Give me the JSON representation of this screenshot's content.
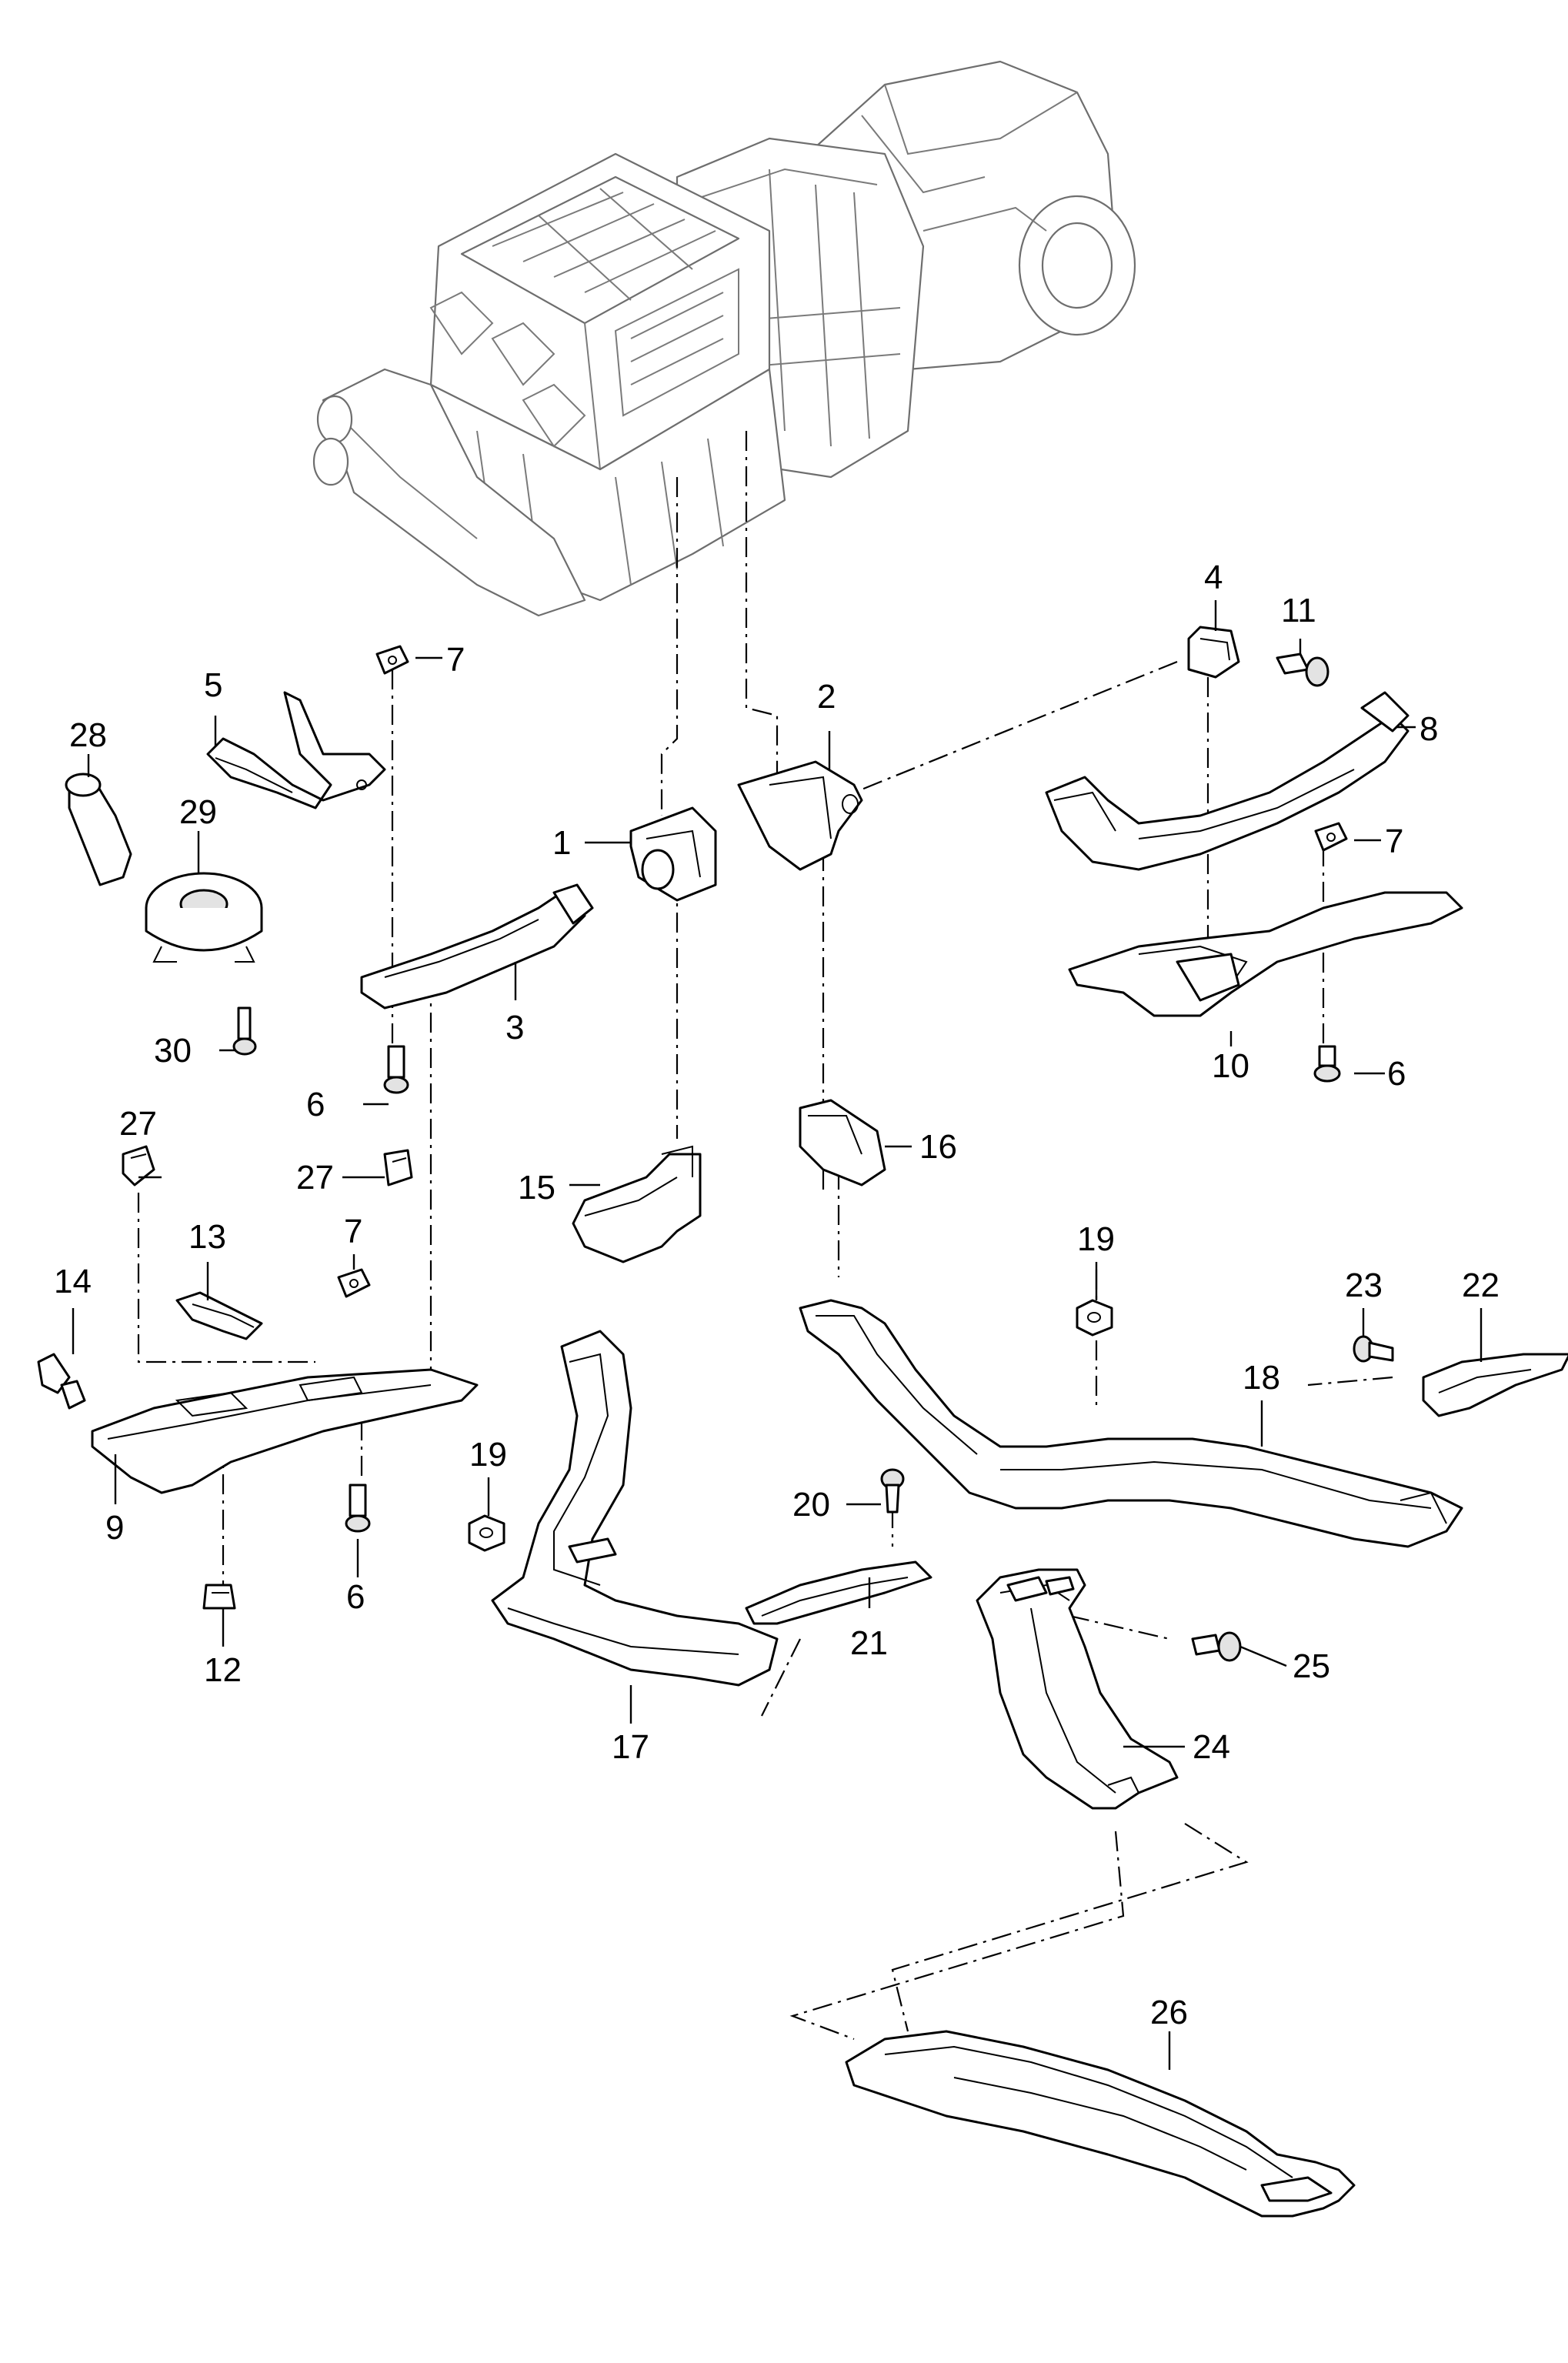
{
  "callouts": {
    "c1": "1",
    "c2": "2",
    "c3": "3",
    "c4": "4",
    "c5": "5",
    "c6a": "6",
    "c6b": "6",
    "c6c": "6",
    "c7a": "7",
    "c7b": "7",
    "c7c": "7",
    "c8": "8",
    "c9": "9",
    "c10": "10",
    "c11": "11",
    "c12": "12",
    "c13": "13",
    "c14": "14",
    "c15": "15",
    "c16": "16",
    "c17": "17",
    "c18": "18",
    "c19a": "19",
    "c19b": "19",
    "c20": "20",
    "c21": "21",
    "c22": "22",
    "c23": "23",
    "c24": "24",
    "c25": "25",
    "c26": "26",
    "c27a": "27",
    "c27b": "27",
    "c28": "28",
    "c29": "29",
    "c30": "30"
  }
}
